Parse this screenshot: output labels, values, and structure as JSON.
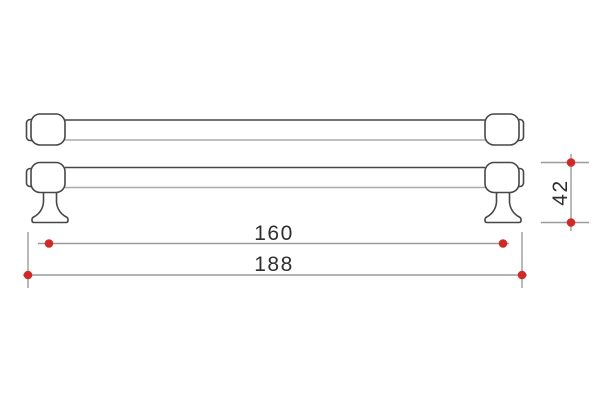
{
  "dimensions": {
    "center_to_center": "160",
    "overall_length": "188",
    "height": "42"
  },
  "colors": {
    "outline": "#474747",
    "outline_light": "#ababab",
    "dimension_line": "#9b9b9b",
    "marker_red": "#d02a28",
    "text": "#2f2f2f",
    "background": "#ffffff"
  }
}
